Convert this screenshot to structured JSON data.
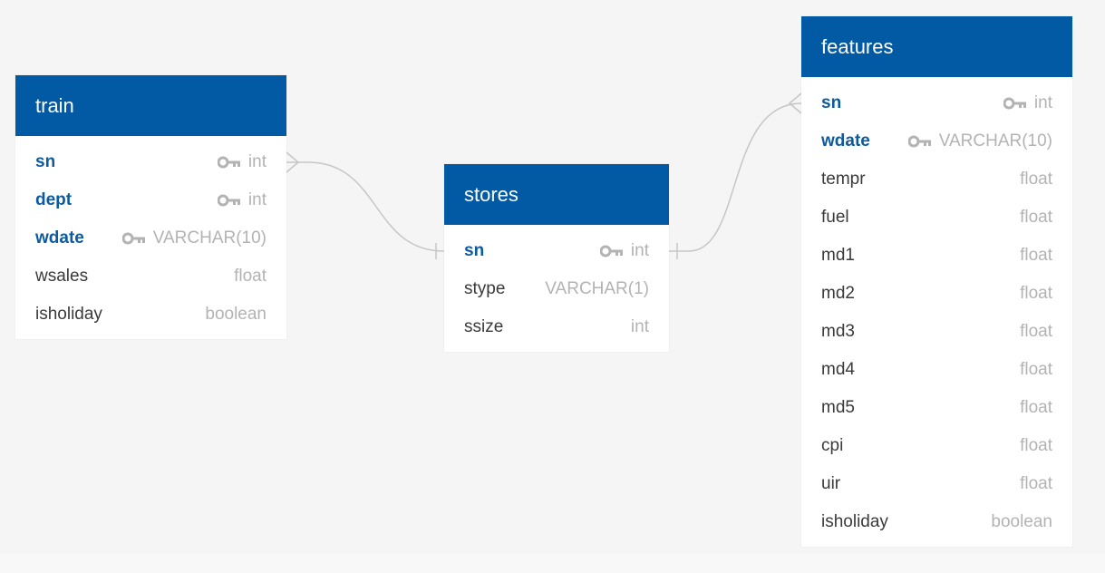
{
  "colors": {
    "header": "#015aa3",
    "pk_text": "#0d5a9e",
    "type_text": "#b3b3b3",
    "connector": "#c6c6c6"
  },
  "tables": {
    "train": {
      "title": "train",
      "columns": [
        {
          "name": "sn",
          "type": "int",
          "pk": true,
          "icon": "key-icon"
        },
        {
          "name": "dept",
          "type": "int",
          "pk": true,
          "icon": "key-icon"
        },
        {
          "name": "wdate",
          "type": "VARCHAR(10)",
          "pk": true,
          "icon": "key-icon"
        },
        {
          "name": "wsales",
          "type": "float",
          "pk": false
        },
        {
          "name": "isholiday",
          "type": "boolean",
          "pk": false
        }
      ]
    },
    "stores": {
      "title": "stores",
      "columns": [
        {
          "name": "sn",
          "type": "int",
          "pk": true,
          "icon": "key-icon"
        },
        {
          "name": "stype",
          "type": "VARCHAR(1)",
          "pk": false
        },
        {
          "name": "ssize",
          "type": "int",
          "pk": false
        }
      ]
    },
    "features": {
      "title": "features",
      "columns": [
        {
          "name": "sn",
          "type": "int",
          "pk": true,
          "icon": "key-icon"
        },
        {
          "name": "wdate",
          "type": "VARCHAR(10)",
          "pk": true,
          "icon": "key-icon"
        },
        {
          "name": "tempr",
          "type": "float",
          "pk": false
        },
        {
          "name": "fuel",
          "type": "float",
          "pk": false
        },
        {
          "name": "md1",
          "type": "float",
          "pk": false
        },
        {
          "name": "md2",
          "type": "float",
          "pk": false
        },
        {
          "name": "md3",
          "type": "float",
          "pk": false
        },
        {
          "name": "md4",
          "type": "float",
          "pk": false
        },
        {
          "name": "md5",
          "type": "float",
          "pk": false
        },
        {
          "name": "cpi",
          "type": "float",
          "pk": false
        },
        {
          "name": "uir",
          "type": "float",
          "pk": false
        },
        {
          "name": "isholiday",
          "type": "boolean",
          "pk": false
        }
      ]
    }
  },
  "relationships": [
    {
      "from": "train.sn",
      "from_cardinality": "many",
      "to": "stores.sn",
      "to_cardinality": "one"
    },
    {
      "from": "stores.sn",
      "from_cardinality": "one",
      "to": "features.sn",
      "to_cardinality": "many"
    }
  ]
}
